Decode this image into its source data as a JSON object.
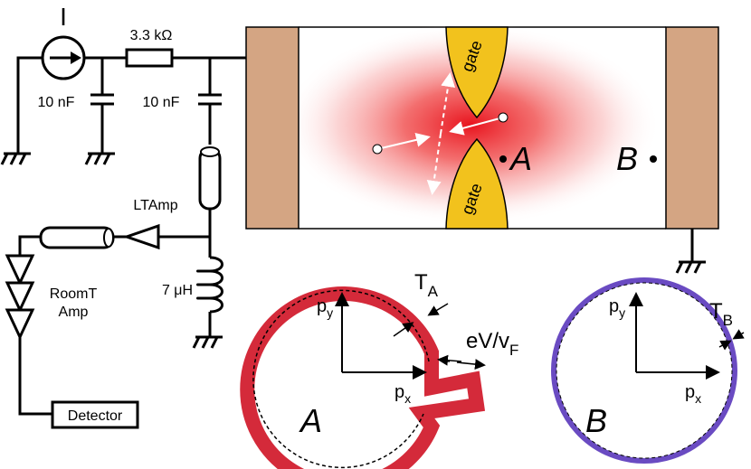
{
  "circuit": {
    "current_symbol": "I",
    "resistor_label": "3.3 kΩ",
    "cap1_label": "10 nF",
    "cap2_label": "10 nF",
    "lt_amp_label": "LTAmp",
    "inductor_label": "7 μH",
    "room_amp_label_line1": "RoomT",
    "room_amp_label_line2": "Amp",
    "detector_label": "Detector"
  },
  "device": {
    "gate_top_label": "gate",
    "gate_bottom_label": "gate",
    "point_a_label": "A",
    "point_b_label": "B"
  },
  "fermi_a": {
    "py_label": "p",
    "py_sub": "y",
    "px_label": "p",
    "px_sub": "x",
    "t_label": "T",
    "t_sub": "A",
    "ev_label": "eV/v",
    "ev_sub": "F",
    "big_label": "A",
    "color": "#d42a3a"
  },
  "fermi_b": {
    "py_label": "p",
    "py_sub": "y",
    "px_label": "p",
    "px_sub": "x",
    "t_label": "T",
    "t_sub": "B",
    "big_label": "B",
    "color": "#6a4bc2"
  },
  "colors": {
    "contact": "#d4a583",
    "gate": "#f2c21d",
    "hotspot": "#e8141e"
  }
}
